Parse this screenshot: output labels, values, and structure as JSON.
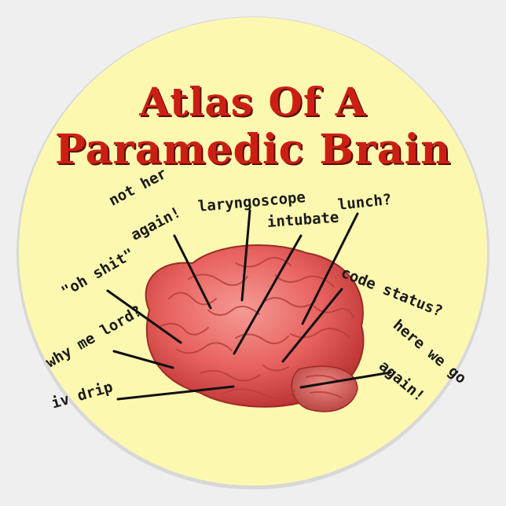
{
  "title": {
    "line1": "Atlas Of A",
    "line2": "Paramedic Brain"
  },
  "labels": {
    "not_her_1": "not her",
    "not_her_2": "again!",
    "laryngoscope": "laryngoscope",
    "intubate": "intubate",
    "lunch": "lunch?",
    "oh_shit": "\"oh shit\"",
    "code_status": "code status?",
    "why_me_lord": "why me lord?",
    "here_we_go_1": "here we go",
    "here_we_go_2": "again!",
    "iv_drip": "iv drip"
  },
  "colors": {
    "sticker_fill": "#fdf8b0",
    "title": "#cc1f14",
    "brain": "#e8625f",
    "leader_lines": "#111111"
  }
}
